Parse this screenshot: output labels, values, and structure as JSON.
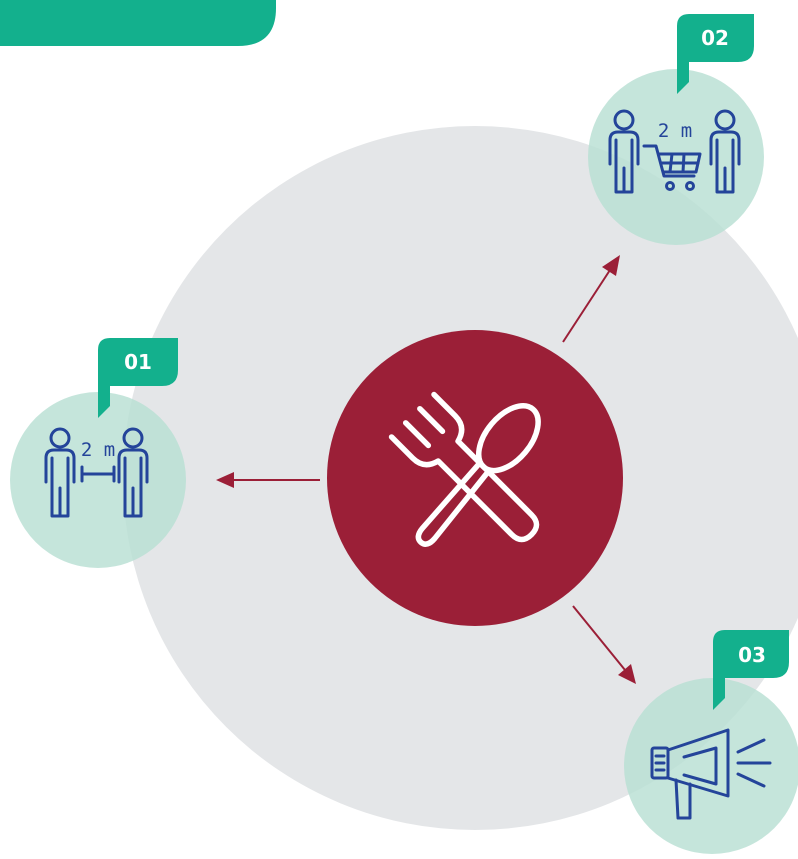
{
  "colors": {
    "background_circle": "#e4e6e8",
    "center_circle": "#9b1f37",
    "teal": "#13b08d",
    "bubble": "#b8dfd3",
    "icon_stroke": "#24449a",
    "arrow": "#9b1f37"
  },
  "center": {
    "icon": "fork-and-spoon-icon"
  },
  "items": [
    {
      "number": "01",
      "icon": "social-distancing-icon",
      "distance_label": "2 m"
    },
    {
      "number": "02",
      "icon": "shopping-distance-icon",
      "distance_label": "2 m"
    },
    {
      "number": "03",
      "icon": "megaphone-icon"
    }
  ]
}
